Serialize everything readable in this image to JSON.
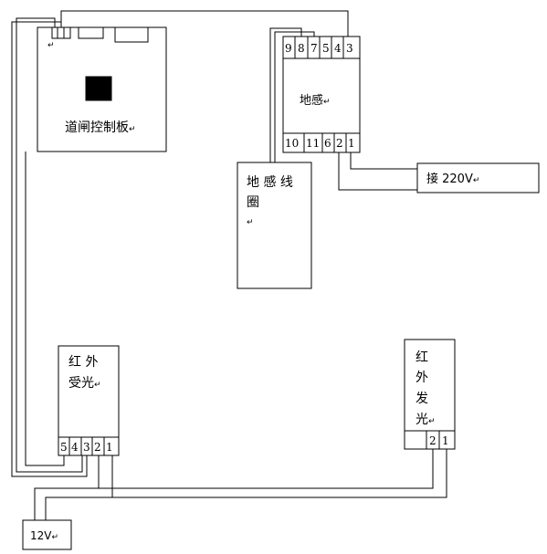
{
  "board": {
    "label": "道闸控制板"
  },
  "detector": {
    "label": "地感",
    "top_terminals": [
      "9",
      "8",
      "7",
      "5",
      "4",
      "3"
    ],
    "bottom_terminals": [
      "10",
      "11",
      "6",
      "2",
      "1"
    ]
  },
  "coil": {
    "label_line1": "地 感 线",
    "label_line2": "圈"
  },
  "power_220": {
    "label": "接 220V"
  },
  "ir_receiver": {
    "label_line1": "红   外",
    "label_line2": "受光",
    "terminals": [
      "5",
      "4",
      "3",
      "2",
      "1"
    ]
  },
  "ir_emitter": {
    "label_chars": [
      "红",
      "外",
      "发",
      "光"
    ],
    "terminals": [
      "2",
      "1"
    ]
  },
  "power_12": {
    "label": "12V"
  },
  "paragraph_mark": "↵"
}
